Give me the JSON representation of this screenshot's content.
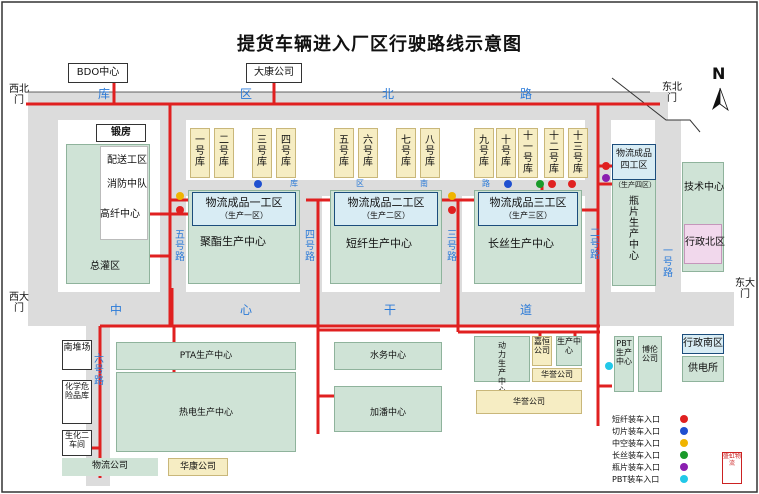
{
  "title": "提货车辆进入厂区行驶路线示意图",
  "compass": "N",
  "gates": {
    "west_north": "西北门",
    "west_main": "西大门",
    "east_north": "东北门",
    "east_main": "东大门"
  },
  "roads": {
    "north": [
      "库",
      "区",
      "北",
      "路"
    ],
    "center": [
      "中",
      "心",
      "干",
      "道"
    ],
    "road5": "五号路",
    "road4": "四号路",
    "road3": "三号路",
    "road2": "二号路",
    "road1": "一号路",
    "road6": "六号路",
    "warehouse_south": [
      "库",
      "区",
      "南",
      "路"
    ]
  },
  "top_labels": {
    "bdo": "BDO中心",
    "dakang": "大康公司"
  },
  "buildings": {
    "forge": "锻房",
    "dispatch": "配送工区",
    "fire": "消防中队",
    "hi_fiber": "高纤中心",
    "main_tank": "总灌区",
    "wh1": "一号库",
    "wh2": "二号库",
    "wh3": "三号库",
    "wh4": "四号库",
    "wh5": "五号库",
    "wh6": "六号库",
    "wh7": "七号库",
    "wh8": "八号库",
    "wh9": "九号库",
    "wh10": "十号库",
    "wh11": "十一号库",
    "wh12": "十二号库",
    "wh13": "十三号库",
    "log1_title": "物流成品一工区",
    "log1_sub": "（生产一区）",
    "poly": "聚酯生产中心",
    "log2_title": "物流成品二工区",
    "log2_sub": "（生产二区）",
    "short": "短纤生产中心",
    "log3_title": "物流成品三工区",
    "log3_sub": "（生产三区）",
    "long": "长丝生产中心",
    "log4_title": "物流成品四工区",
    "log4_sub": "（生产四区）",
    "chip": "瓶片生产中心",
    "tech": "技术中心",
    "admin_n": "行政北区",
    "admin_s": "行政南区",
    "power_supply": "供电所",
    "south_field": "南堆场",
    "chem": "化学危险品库",
    "bio": "生化二车间",
    "pta": "PTA生产中心",
    "heat": "热电生产中心",
    "water": "水务中心",
    "hydro": "加潘中心",
    "power": "动力生产中心",
    "jiaheng": "嘉恒公司",
    "huaying1": "华誉公司",
    "huaying2": "华誉公司",
    "pbt": "PBT生产中心",
    "bolun": "博伦公司",
    "logistics_co": "物流公司",
    "huakang": "华康公司",
    "sheng": "生产中心"
  },
  "legend": [
    {
      "label": "短纤装车入口",
      "color": "#e02020"
    },
    {
      "label": "切片装车入口",
      "color": "#1f4fd0"
    },
    {
      "label": "中空装车入口",
      "color": "#f0b400"
    },
    {
      "label": "长丝装车入口",
      "color": "#1a9a2a"
    },
    {
      "label": "瓶片装车入口",
      "color": "#8a1fb0"
    },
    {
      "label": "PBT装车入口",
      "color": "#22c8e8"
    }
  ],
  "seal": "盛虹物流"
}
